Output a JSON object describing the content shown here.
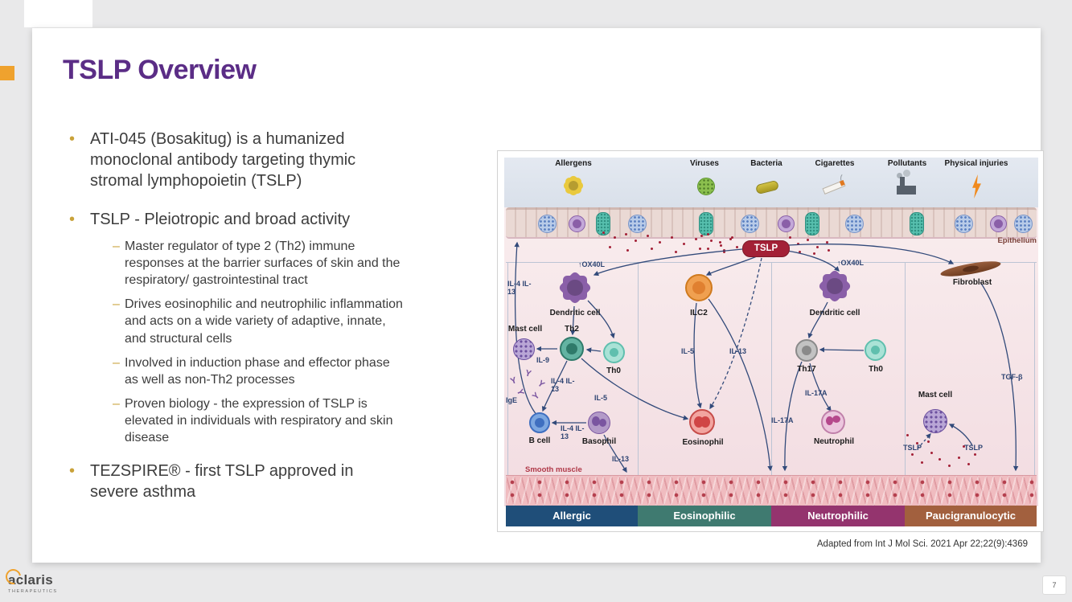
{
  "slide": {
    "title": "TSLP Overview",
    "page_number": "7",
    "logo": {
      "brand": "aclaris",
      "sub": "THERAPEUTICS"
    },
    "colors": {
      "title_purple": "#5b2d86",
      "accent_orange": "#efa22e",
      "bullet_gold": "#c9a23a",
      "tslp_red": "#a32036",
      "arrow_navy": "#324a7a"
    }
  },
  "bullets": [
    {
      "level": 1,
      "text": "ATI-045 (Bosakitug) is a humanized monoclonal antibody targeting thymic stromal lymphopoietin (TSLP)"
    },
    {
      "level": 1,
      "text": "TSLP - Pleiotropic and broad activity"
    },
    {
      "level": 2,
      "text": "Master regulator of type 2 (Th2) immune responses at the barrier surfaces of skin and the respiratory/ gastrointestinal tract"
    },
    {
      "level": 2,
      "text": "Drives eosinophilic and neutrophilic inflammation and acts on a wide variety of adaptive, innate, and structural cells"
    },
    {
      "level": 2,
      "text": "Involved in induction phase and effector phase as well as non-Th2 processes"
    },
    {
      "level": 2,
      "text": "Proven biology - the expression of TSLP is elevated in individuals with respiratory and skin disease"
    },
    {
      "level": 1,
      "text": "TEZSPIRE® - first TSLP approved in severe asthma"
    }
  ],
  "diagram": {
    "caption": "Adapted from Int J Mol Sci. 2021 Apr 22;22(9):4369",
    "tslp_pill": "TSLP",
    "epithelium": "Epithelium",
    "smooth_muscle": "Smooth muscle",
    "triggers": [
      "Allergens",
      "Viruses",
      "Bacteria",
      "Cigarettes",
      "Pollutants",
      "Physical injuries"
    ],
    "bands": [
      {
        "label": "Allergic",
        "color": "#1f4e79"
      },
      {
        "label": "Eosinophilic",
        "color": "#3f7a70"
      },
      {
        "label": "Neutrophilic",
        "color": "#94346e"
      },
      {
        "label": "Paucigranulocytic",
        "color": "#a2603e"
      }
    ],
    "labels": {
      "il4_13_left": "IL-4 IL-13",
      "ox40l_left": "↑OX40L",
      "dendritic_left": "Dendritic cell",
      "mast_left": "Mast cell",
      "th2": "Th2",
      "th0_left": "Th0",
      "il9": "IL-9",
      "il4_13_mid": "IL-4 IL-13",
      "ige": "IgE",
      "il5_left": "IL-5",
      "b_cell": "B cell",
      "il4_13_b": "IL-4 IL-13",
      "basophil": "Basophil",
      "il13_b": "IL-13",
      "ilc2": "ILC2",
      "il5_mid": "IL-5",
      "il13_mid": "IL-13",
      "eosinophil": "Eosinophil",
      "ox40l_right": "↑OX40L",
      "dendritic_right": "Dendritic cell",
      "th17": "Th17",
      "th0_right": "Th0",
      "il17a_1": "IL-17A",
      "il17a_2": "IL-17A",
      "neutrophil": "Neutrophil",
      "fibroblast": "Fibroblast",
      "tgfb": "TGF-β",
      "mast_right": "Mast cell",
      "tslp_left_lbl": "TSLP",
      "tslp_right_lbl": "TSLP"
    }
  }
}
